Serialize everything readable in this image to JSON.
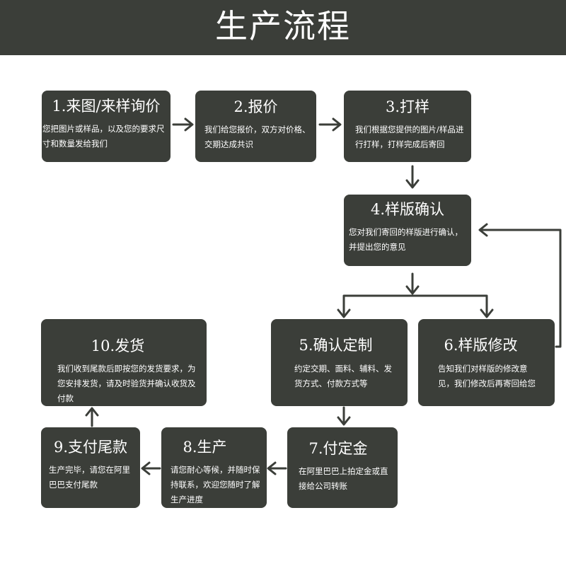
{
  "header": {
    "title": "生产流程"
  },
  "steps": {
    "s1": {
      "title": "1.来图/来样询价",
      "desc": "您把图片或样品，以及您的要求尺寸和数量发给我们"
    },
    "s2": {
      "title": "2.报价",
      "desc": "我们给您报价，双方对价格、交期达成共识"
    },
    "s3": {
      "title": "3.打样",
      "desc": "我们根据您提供的图片/样品进行打样，打样完成后寄回"
    },
    "s4": {
      "title": "4.样版确认",
      "desc": "您对我们寄回的样版进行确认，并提出您的意见"
    },
    "s5": {
      "title": "5.确认定制",
      "desc": "约定交期、面料、辅料、发货方式、付款方式等"
    },
    "s6": {
      "title": "6.样版修改",
      "desc": "告知我们对样版的修改意见，我们修改后再寄回给您"
    },
    "s7": {
      "title": "7.付定金",
      "desc": "在阿里巴巴上拍定金或直接给公司转账"
    },
    "s8": {
      "title": "8.生产",
      "desc": "请您耐心等候，并随时保持联系，欢迎您随时了解生产进度"
    },
    "s9": {
      "title": "9.支付尾款",
      "desc": "生产完毕，请您在阿里巴巴支付尾款"
    },
    "s10": {
      "title": "10.发货",
      "desc": "我们收到尾款后即按您的发货要求，为您安排发货，请及时验货并确认收货及付款"
    }
  },
  "colors": {
    "box": "#3b3e39",
    "header": "#3b3e39",
    "text": "#ffffff",
    "arrow": "#3b3e39"
  }
}
